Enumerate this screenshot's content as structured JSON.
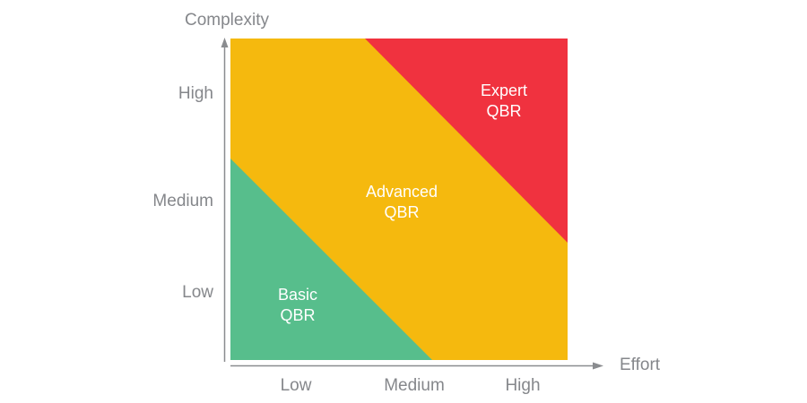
{
  "diagram": {
    "title_context": "QBR effort vs complexity matrix",
    "x_axis": {
      "title": "Effort",
      "ticks": [
        "Low",
        "Medium",
        "High"
      ]
    },
    "y_axis": {
      "title": "Complexity",
      "ticks": [
        "High",
        "Medium",
        "Low"
      ]
    },
    "regions": [
      {
        "label": "Basic QBR",
        "color": "#57BE8C"
      },
      {
        "label": "Advanced QBR",
        "color": "#F5B90E"
      },
      {
        "label": "Expert QBR",
        "color": "#F0323F"
      }
    ],
    "colors": {
      "axis": "#8A8C8F",
      "muted": "#85878B",
      "region_text": "#FFFFFF"
    }
  }
}
